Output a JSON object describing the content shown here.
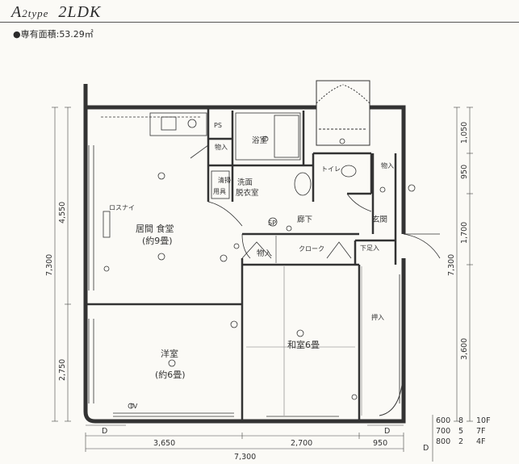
{
  "header": {
    "type_letter": "A",
    "type_sub": "2type",
    "layout": "2LDK",
    "area_prefix": "●専有面積:",
    "area_value": "53.29㎡"
  },
  "rooms": {
    "living": "居間 食堂",
    "living_size": "(約9畳)",
    "western": "洋室",
    "western_size": "(約6畳)",
    "washitsu": "和室6畳",
    "bath": "浴室",
    "washroom_1": "洗面",
    "washroom_2": "脱衣室",
    "hall": "廊下",
    "entrance": "玄関",
    "toilet": "トイレ",
    "storage_1": "物入",
    "storage_2": "物入",
    "storage_3": "物入",
    "closet": "クローク",
    "shoe": "下足入",
    "oshiire": "押入",
    "cleaning": "清掃",
    "cleaning_2": "用具",
    "ps": "PS",
    "kitchen": "ロスナイ",
    "sp": "SP",
    "tv": "TV"
  },
  "dimensions": {
    "d_label": "D",
    "left_total": "7,300",
    "left_upper": "4,550",
    "left_lower": "2,750",
    "right_1": "1,050",
    "right_2": "950",
    "right_3": "1,700",
    "right_4": "3,600",
    "right_total": "7,300",
    "bottom_1": "3,650",
    "bottom_2": "2,700",
    "bottom_3": "950",
    "bottom_total": "7,300"
  },
  "d_table": {
    "label": "D",
    "rows": [
      [
        "600",
        "8",
        "10F"
      ],
      [
        "700",
        "5",
        "7F"
      ],
      [
        "800",
        "2",
        "4F"
      ]
    ]
  }
}
